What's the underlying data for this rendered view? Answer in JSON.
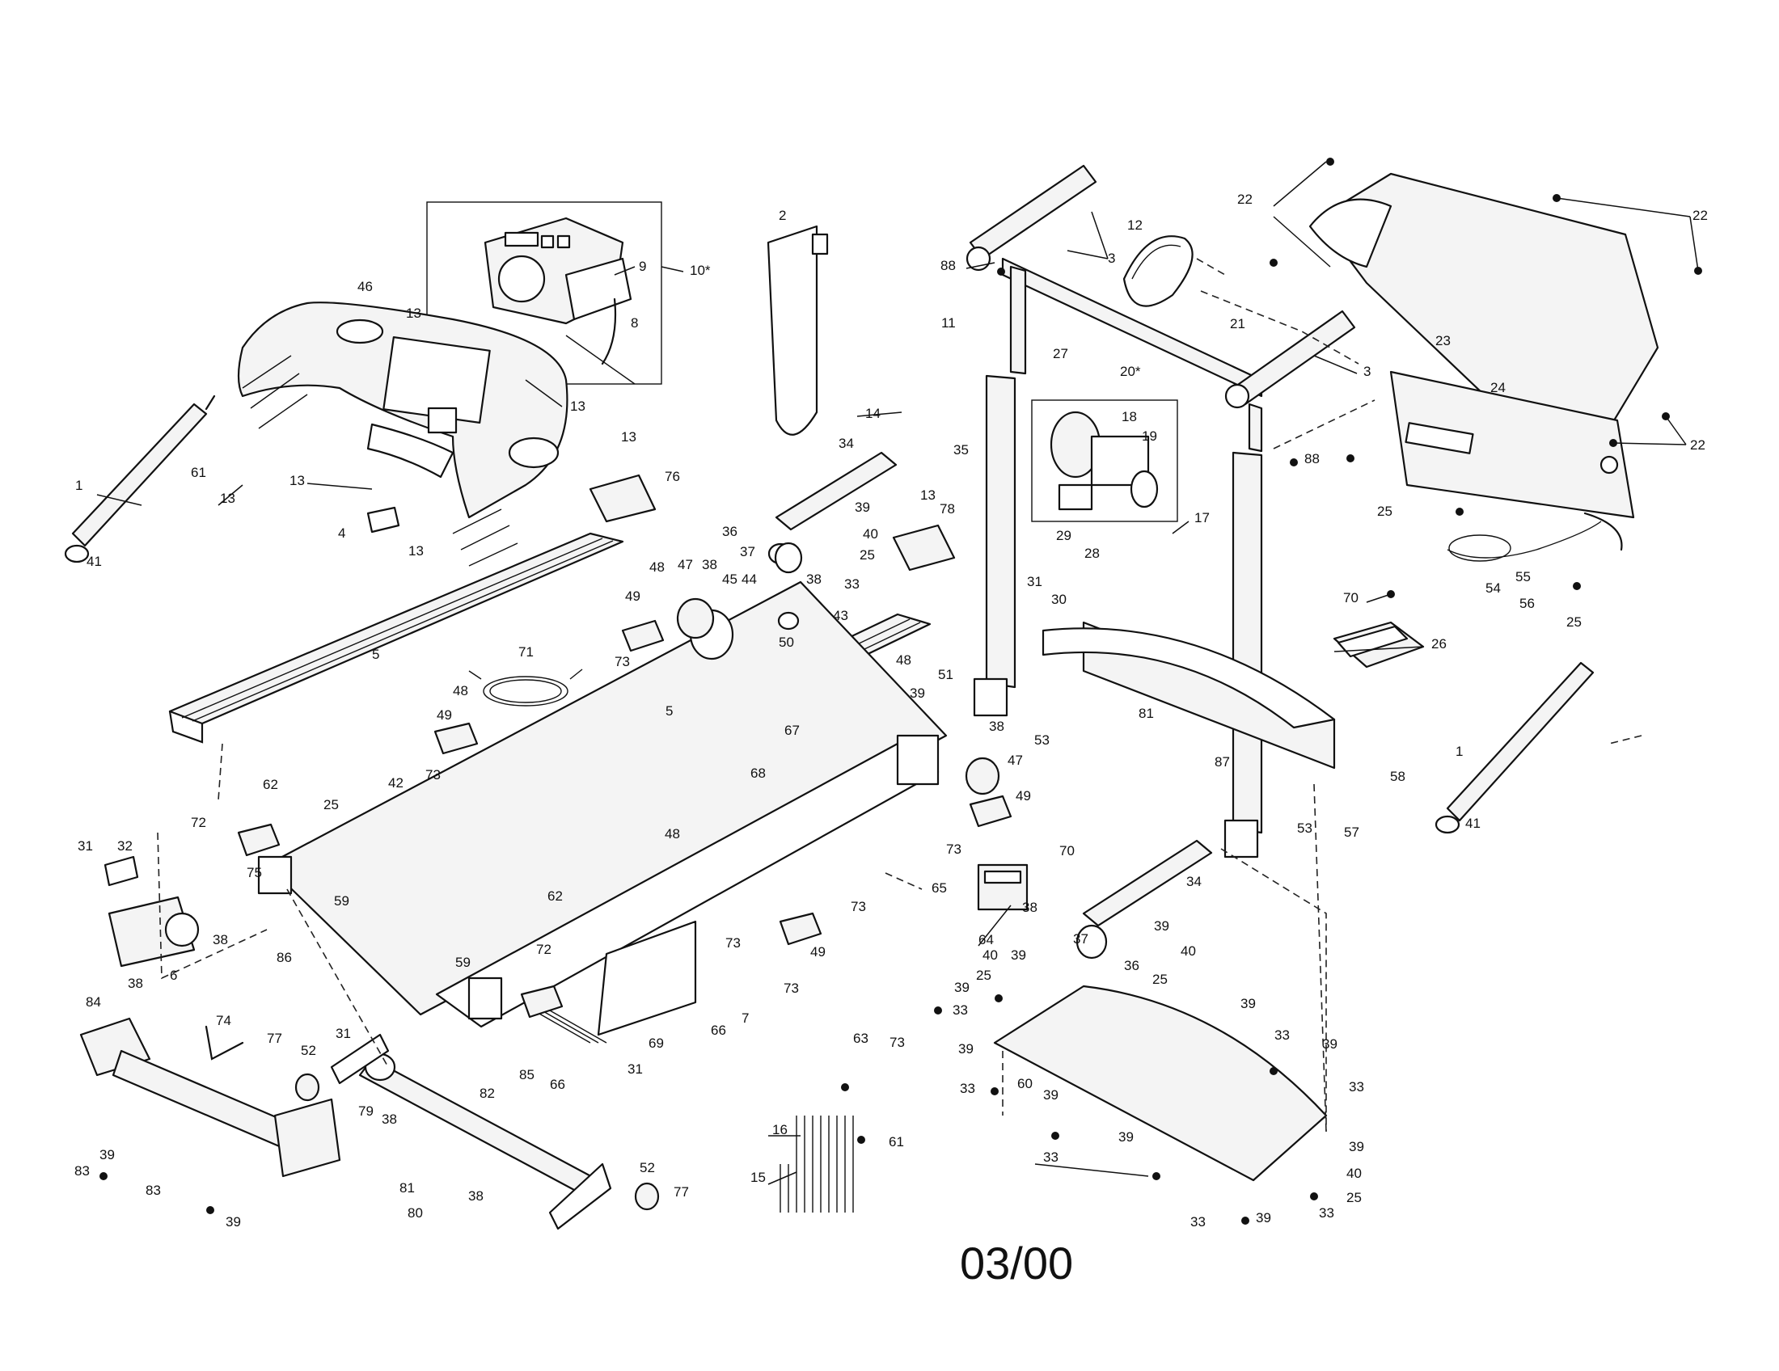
{
  "figure": {
    "date_code": "03/00"
  },
  "callouts": [
    "1",
    "2",
    "3",
    "4",
    "5",
    "6",
    "7",
    "8",
    "9",
    "10*",
    "11",
    "12",
    "13",
    "14",
    "15",
    "16",
    "17",
    "18",
    "19",
    "20*",
    "21",
    "22",
    "23",
    "24",
    "25",
    "26",
    "27",
    "28",
    "29",
    "30",
    "31",
    "32",
    "33",
    "34",
    "35",
    "36",
    "37",
    "38",
    "39",
    "40",
    "41",
    "42",
    "43",
    "44",
    "45",
    "46",
    "47",
    "48",
    "49",
    "50",
    "51",
    "52",
    "53",
    "54",
    "55",
    "56",
    "57",
    "58",
    "59",
    "60",
    "61",
    "62",
    "63",
    "64",
    "65",
    "66",
    "67",
    "68",
    "69",
    "70",
    "71",
    "72",
    "73",
    "74",
    "75",
    "76",
    "77",
    "78",
    "79",
    "80",
    "81",
    "82",
    "83",
    "84",
    "85",
    "86",
    "87",
    "88"
  ]
}
